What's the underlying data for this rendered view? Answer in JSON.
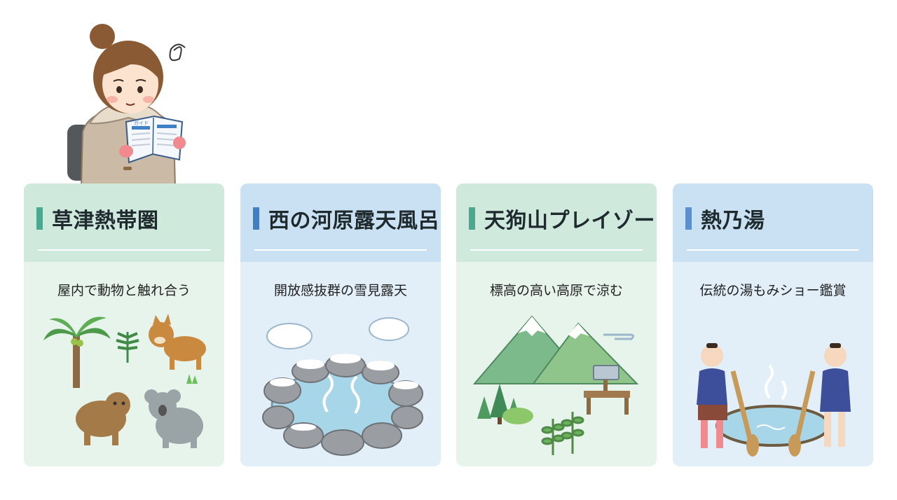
{
  "cards": [
    {
      "title": "草津熱帯圏",
      "subtitle": "屋内で動物と触れ合う",
      "accent": "#4aa88f"
    },
    {
      "title": "西の河原露天風呂",
      "subtitle": "開放感抜群の雪見露天",
      "accent": "#3f7fc3"
    },
    {
      "title": "天狗山プレイゾーン",
      "subtitle": "標高の高い高原で涼む",
      "accent": "#4aa88f"
    },
    {
      "title": "熱乃湯",
      "subtitle": "伝統の湯もみショー鑑賞",
      "accent": "#5d8fcf"
    }
  ],
  "guidebook_label": "ガイド"
}
